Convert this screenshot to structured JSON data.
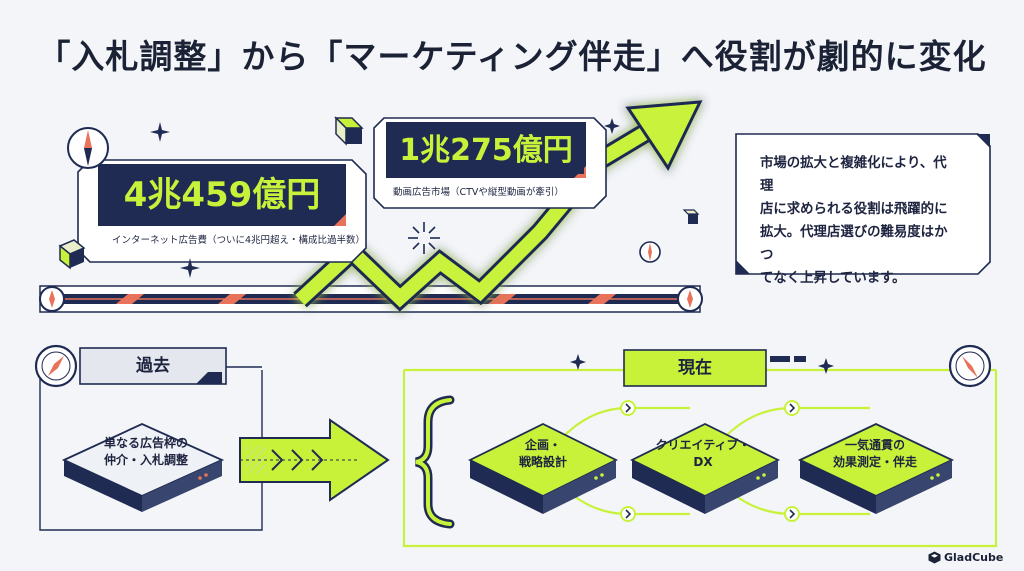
{
  "title": "「入札調整」から「マーケティング伴走」へ役割が劇的に変化",
  "stats": {
    "internet": {
      "value": "4兆459億円",
      "caption": "インターネット広告費（ついに4兆円超え・構成比過半数）"
    },
    "video": {
      "value": "1兆275億円",
      "caption": "動画広告市場（CTVや縦型動画が牽引）"
    }
  },
  "note": {
    "lines": [
      "市場の拡大と複雑化により、代理",
      "店に求められる役割は飛躍的に",
      "拡大。代理店選びの難易度はかつ",
      "てなく上昇しています。"
    ]
  },
  "past": {
    "label": "過去",
    "block": [
      "単なる広告枠の",
      "仲介・入札調整"
    ]
  },
  "present": {
    "label": "現在",
    "blocks": [
      {
        "lines": [
          "企画・",
          "戦略設計"
        ]
      },
      {
        "lines": [
          "クリエイティブ・",
          "DX"
        ]
      },
      {
        "lines": [
          "一気通貫の",
          "効果測定・伴走"
        ]
      }
    ]
  },
  "brand": "GladCube",
  "colors": {
    "accent": "#c8f23a",
    "navy": "#1f2b52",
    "coral": "#e8735a",
    "background": "#f3f5f8"
  },
  "icons": [
    "compass-icon",
    "sparkle-icon",
    "cube-icon",
    "brace-icon",
    "arrow-right-icon"
  ]
}
